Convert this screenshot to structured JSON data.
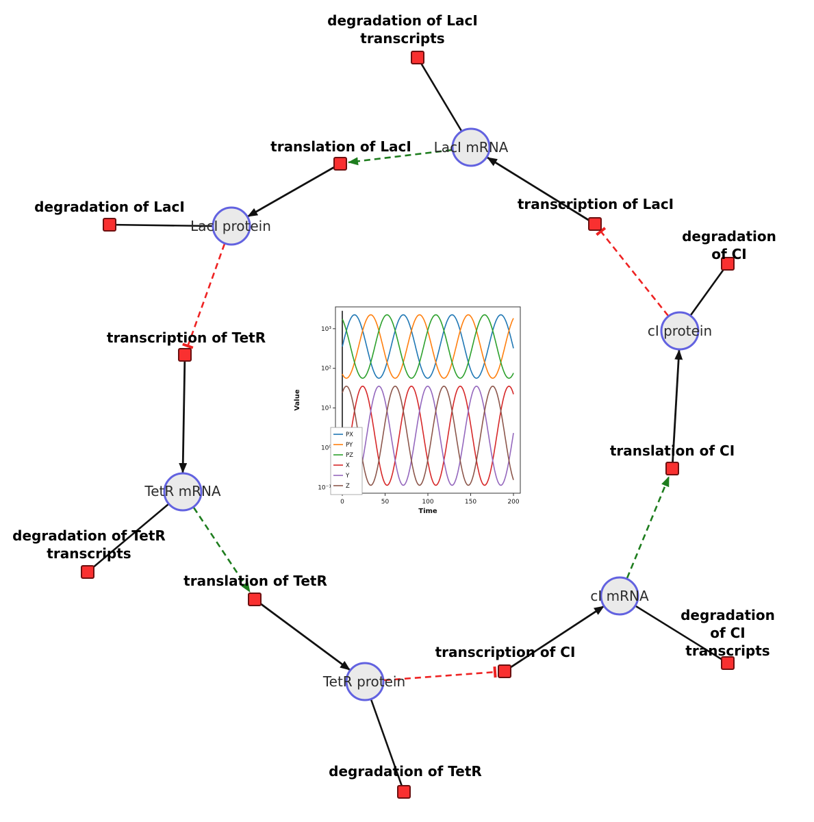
{
  "nodes": {
    "laci_mrna": {
      "label": "LacI mRNA"
    },
    "laci_protein": {
      "label": "LacI protein"
    },
    "tetr_mrna": {
      "label": "TetR mRNA"
    },
    "tetr_protein": {
      "label": "TetR protein"
    },
    "ci_mrna": {
      "label": "cI mRNA"
    },
    "ci_protein": {
      "label": "cI protein"
    }
  },
  "reactions": {
    "deg_laci_transcripts": {
      "label": "degradation of LacI\ntranscripts"
    },
    "translation_laci": {
      "label": "translation of LacI"
    },
    "transcription_laci": {
      "label": "transcription of LacI"
    },
    "deg_laci": {
      "label": "degradation of LacI"
    },
    "deg_ci": {
      "label": "degradation of CI"
    },
    "transcription_tetr": {
      "label": "transcription of TetR"
    },
    "translation_ci": {
      "label": "translation of CI"
    },
    "deg_tetr_transcripts": {
      "label": "degradation of TetR\ntranscripts"
    },
    "translation_tetr": {
      "label": "translation of TetR"
    },
    "deg_ci_transcripts": {
      "label": "degradation of CI\ntranscripts"
    },
    "transcription_ci": {
      "label": "transcription of CI"
    },
    "deg_tetr": {
      "label": "degradation of TetR"
    }
  },
  "colors": {
    "species_fill": "#eaeaea",
    "species_border": "#6262e0",
    "reaction_fill": "#f93030",
    "reaction_border": "#6b1010",
    "activation_edge": "#1e7d1e",
    "inhibition_edge": "#ee2222",
    "mass_edge": "#111111"
  },
  "chart_data": {
    "type": "line",
    "title": "",
    "xlabel": "Time",
    "ylabel": "Value",
    "x_ticks": [
      0,
      50,
      100,
      150,
      200
    ],
    "xlim": [
      -8,
      208
    ],
    "t_range": [
      0,
      200
    ],
    "y_scale": "log",
    "ylim_log": [
      -1.15,
      3.55
    ],
    "y_ticks": [
      {
        "exp": 3,
        "label": "10³"
      },
      {
        "exp": 2,
        "label": "10²"
      },
      {
        "exp": 1,
        "label": "10¹"
      },
      {
        "exp": 0,
        "label": "10⁰"
      },
      {
        "exp": -1,
        "label": "10⁻¹"
      }
    ],
    "legend_position": "lower left",
    "model": "log10(v) = log_center + log_amplitude*sin(2*pi*(t-phase)/period)",
    "series": [
      {
        "name": "PX",
        "color": "#1f77b4",
        "log_center": 2.55,
        "log_amplitude": 0.8,
        "period": 57,
        "phase": 0
      },
      {
        "name": "PY",
        "color": "#ff7f0e",
        "log_center": 2.55,
        "log_amplitude": 0.8,
        "period": 57,
        "phase": 19
      },
      {
        "name": "PZ",
        "color": "#2ca02c",
        "log_center": 2.55,
        "log_amplitude": 0.8,
        "period": 57,
        "phase": 38
      },
      {
        "name": "X",
        "color": "#d62728",
        "log_center": 0.3,
        "log_amplitude": 1.25,
        "period": 57,
        "phase": 9.5
      },
      {
        "name": "Y",
        "color": "#9467bd",
        "log_center": 0.3,
        "log_amplitude": 1.25,
        "period": 57,
        "phase": 28.5
      },
      {
        "name": "Z",
        "color": "#8c564b",
        "log_center": 0.3,
        "log_amplitude": 1.25,
        "period": 57,
        "phase": 47.5
      }
    ]
  }
}
